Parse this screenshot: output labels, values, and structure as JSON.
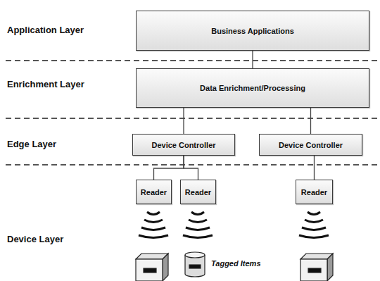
{
  "diagram": {
    "nodes": [
      {
        "text": [
          "Business Applications"
        ]
      },
      {
        "text": [
          "Data Enrichment/Processing"
        ]
      },
      {
        "text": [
          "Device Controller"
        ]
      },
      {
        "text": [
          "Device Controller"
        ]
      },
      {
        "text": [
          "Reader"
        ]
      },
      {
        "text": [
          "Reader"
        ]
      },
      {
        "text": [
          "Reader"
        ]
      }
    ],
    "edges": [
      {
        "from": 0,
        "to": 1,
        "arrow": "none"
      },
      {
        "from": 1,
        "to": 2,
        "arrow": "none"
      },
      {
        "from": 1,
        "to": 3,
        "arrow": "none"
      },
      {
        "from": 2,
        "to": 4,
        "arrow": "none"
      },
      {
        "from": 2,
        "to": 5,
        "arrow": "none"
      },
      {
        "from": 3,
        "to": 6,
        "arrow": "none"
      }
    ],
    "labels": [
      "Application Layer",
      "Enrichment Layer",
      "Edge Layer",
      "Device Layer",
      "Tagged Items"
    ]
  }
}
